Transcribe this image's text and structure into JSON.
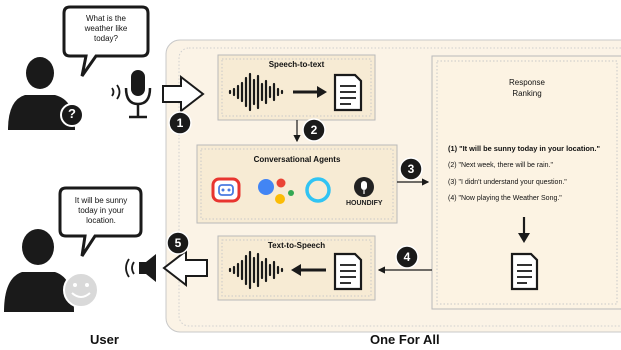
{
  "user_bubble_question": "What is the weather like today?",
  "user_bubble_answer": "It will be sunny today in your location.",
  "question_mark": "?",
  "stt_title": "Speech-to-text",
  "agents_title": "Conversational Agents",
  "tts_title": "Text-to-Speech",
  "ranking_title_line1": "Response",
  "ranking_title_line2": "Ranking",
  "responses": [
    "(1) \"It will be sunny today in your location.\"",
    "(2) \"Next week, there will be rain.\"",
    "(3) \"I didn't understand your question.\"",
    "(4) \"Now playing the Weather Song.\""
  ],
  "agent_icons": [
    "cortana-icon",
    "google-assistant-icon",
    "alexa-icon",
    "houndify-icon"
  ],
  "houndify_label": "HOUNDIFY",
  "steps": [
    "1",
    "2",
    "3",
    "4",
    "5"
  ],
  "footer_user": "User",
  "footer_system": "One For All",
  "colors": {
    "container_fill": "#fbf3e6",
    "panel_fill": "#f7ebd4",
    "ranking_fill": "#fcf3e3",
    "border": "#bdbdbd",
    "dark": "#1a1a1a",
    "google_blue": "#4285f4",
    "google_red": "#ea4335",
    "google_yellow": "#fbbc05",
    "google_green": "#34a853",
    "alexa": "#31c4f3",
    "cortana_red": "#e8352f"
  }
}
